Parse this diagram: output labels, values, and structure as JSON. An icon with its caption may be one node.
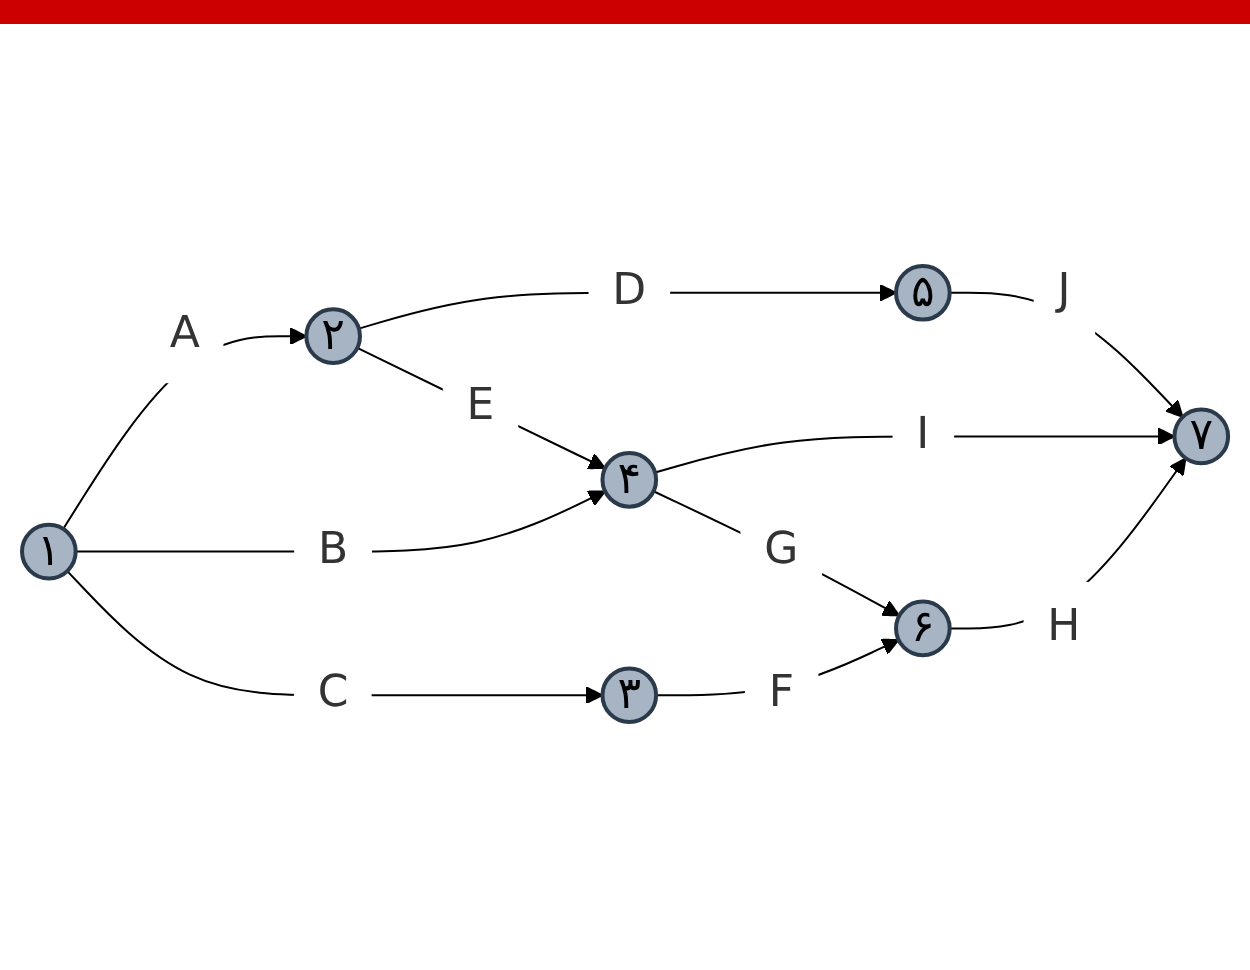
{
  "diagram": {
    "nodes": [
      {
        "text": [
          "۱"
        ]
      },
      {
        "text": [
          "۲"
        ]
      },
      {
        "text": [
          "۳"
        ]
      },
      {
        "text": [
          "۴"
        ]
      },
      {
        "text": [
          "۵"
        ]
      },
      {
        "text": [
          "۶"
        ]
      },
      {
        "text": [
          "۷"
        ]
      }
    ],
    "edges": [
      {
        "from": 0,
        "to": 1,
        "arrow": "to",
        "label": "A"
      },
      {
        "from": 0,
        "to": 3,
        "arrow": "to",
        "label": "B"
      },
      {
        "from": 0,
        "to": 2,
        "arrow": "to",
        "label": "C"
      },
      {
        "from": 1,
        "to": 4,
        "arrow": "to",
        "label": "D"
      },
      {
        "from": 1,
        "to": 3,
        "arrow": "to",
        "label": "E"
      },
      {
        "from": 3,
        "to": 6,
        "arrow": "to",
        "label": "I"
      },
      {
        "from": 3,
        "to": 5,
        "arrow": "to",
        "label": "G"
      },
      {
        "from": 2,
        "to": 5,
        "arrow": "to",
        "label": "F"
      },
      {
        "from": 4,
        "to": 6,
        "arrow": "to",
        "label": "J"
      },
      {
        "from": 5,
        "to": 6,
        "arrow": "to",
        "label": "H"
      }
    ]
  }
}
